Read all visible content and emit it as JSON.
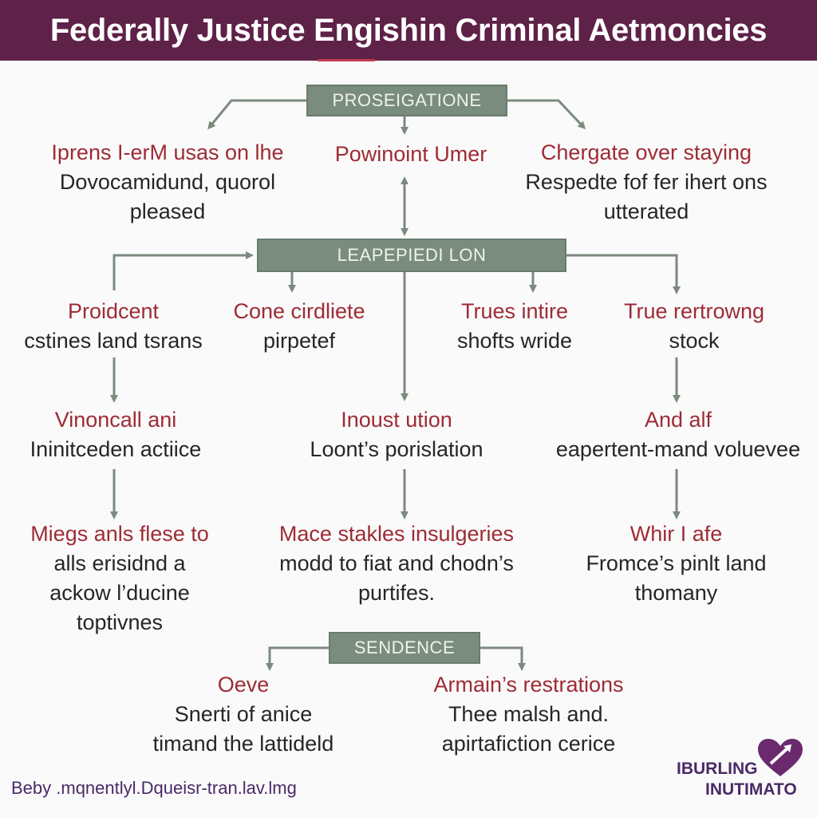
{
  "title": "Federally Justice Engishin Criminal Aetmoncies",
  "stages": {
    "top": "PROSEIGATIONE",
    "middle": "LEAPEPIEDI LON",
    "bottom": "SENDENCE"
  },
  "nodes": {
    "top_left": {
      "head": "Iprens I-erM usas on lhe",
      "body": [
        "Dovocamidund, quorol",
        "pleased"
      ]
    },
    "top_center": {
      "head": "Powinoint Umer",
      "body": []
    },
    "top_right": {
      "head": "Chergate over staying",
      "body": [
        "Respedte fof fer ihert ons",
        "utterated"
      ]
    },
    "mid_1": {
      "head": "Proidcent",
      "body": [
        "cstines land tsrans"
      ]
    },
    "mid_2": {
      "head": "Cone cirdliete",
      "body": [
        "pirpetef"
      ]
    },
    "mid_3": {
      "head": "Trues intire",
      "body": [
        "shofts wride"
      ]
    },
    "mid_4": {
      "head": "True rertrowng",
      "body": [
        "stock"
      ]
    },
    "row3_left": {
      "head": "Vinoncall ani",
      "body": [
        "Ininitceden actiice"
      ]
    },
    "row3_center": {
      "head": "Inoust ution",
      "body": [
        "Loont’s porislation"
      ]
    },
    "row3_right": {
      "head": "And alf",
      "body": [
        "eapertent-mand voluevee"
      ]
    },
    "row4_left": {
      "head": "Miegs anls flese to",
      "body": [
        "alls erisidnd a",
        "ackow l’ducine",
        "toptivnes"
      ]
    },
    "row4_center": {
      "head": "Mace staklеs insulgeries",
      "body": [
        "modd to fiat and chodn’s",
        "purtifes."
      ]
    },
    "row4_right": {
      "head": "Whir I afe",
      "body": [
        "Fromce’s pinlt land",
        "thomany"
      ]
    },
    "bottom_left": {
      "head": "Oeve",
      "body": [
        "Snerti of anice",
        "timand the lattideld"
      ]
    },
    "bottom_right": {
      "head": "Armain’s restrations",
      "body": [
        "Thee malsh and.",
        "apirtafiction cerice"
      ]
    }
  },
  "footer": "Beby .mqnentlyl.Dquеisr-tran.lav.lmg",
  "logo": {
    "line1": "IBURLING",
    "line2": "INUTIMATO",
    "icon": "heart-arrow-icon"
  },
  "colors": {
    "header": "#5e2148",
    "stage_box": "#7a8c7d",
    "heading_text": "#9e2b35",
    "body_text": "#262626",
    "arrow": "#7c8a7e",
    "brand": "#4a2a66"
  }
}
